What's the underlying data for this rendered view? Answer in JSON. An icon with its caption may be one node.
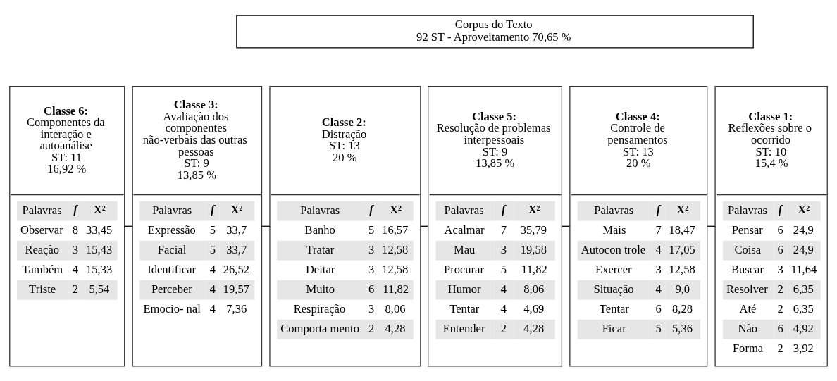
{
  "diagram": {
    "nodes": [
      {
        "text": [
          "Corpus do Texto",
          "92 ST - Aproveitamento 70,65 %"
        ]
      },
      {
        "text": [
          "Classe 6:",
          "Componentes da interação e autoanálise",
          "ST: 11",
          "16,92 %",
          "Palavras",
          "f",
          "X²",
          "Observar",
          "8",
          "33,45",
          "Reação",
          "3",
          "15,43",
          "Também",
          "4",
          "15,33",
          "Triste",
          "2",
          "5,54"
        ]
      },
      {
        "text": [
          "Classe 3:",
          "Avaliação dos componentes não-verbais das outras pessoas",
          "ST: 9",
          "13,85 %",
          "Palavras",
          "f",
          "X²",
          "Expressão",
          "5",
          "33,7",
          "Facial",
          "5",
          "33,7",
          "Identificar",
          "4",
          "26,52",
          "Perceber",
          "4",
          "19,57",
          "Emocio- nal",
          "4",
          "7,36"
        ]
      },
      {
        "text": [
          "Classe 2:",
          "Distração",
          "ST: 13",
          "20 %",
          "Palavras",
          "f",
          "X²",
          "Banho",
          "5",
          "16,57",
          "Tratar",
          "3",
          "12,58",
          "Deitar",
          "3",
          "12,58",
          "Muito",
          "6",
          "11,82",
          "Respiração",
          "3",
          "8,06",
          "Comporta mento",
          "2",
          "4,28"
        ]
      },
      {
        "text": [
          "Classe 5:",
          "Resolução de problemas interpessoais",
          "ST: 9",
          "13,85 %",
          "Palavras",
          "f",
          "X²",
          "Acalmar",
          "7",
          "35,79",
          "Mau",
          "3",
          "19,58",
          "Procurar",
          "5",
          "11,82",
          "Humor",
          "4",
          "8,06",
          "Tentar",
          "4",
          "4,69",
          "Entender",
          "2",
          "4,28"
        ]
      },
      {
        "text": [
          "Classe 4:",
          "Controle de pensamentos",
          "ST: 13",
          "20 %",
          "Palavras",
          "f",
          "X²",
          "Mais",
          "7",
          "18,47",
          "Autocon trole",
          "4",
          "17,05",
          "Exercer",
          "3",
          "12,58",
          "Situação",
          "4",
          "9,0",
          "Tentar",
          "6",
          "8,28",
          "Ficar",
          "5",
          "5,36"
        ]
      },
      {
        "text": [
          "Classe 1:",
          "Reflexões sobre o ocorrido",
          "ST: 10",
          "15,4 %",
          "Palavras",
          "f",
          "X²",
          "Pensar",
          "6",
          "24,9",
          "Coisa",
          "6",
          "24,9",
          "Buscar",
          "3",
          "11,64",
          "Resolver",
          "2",
          "6,35",
          "Até",
          "2",
          "6,35",
          "Não",
          "6",
          "4,92",
          "Forma",
          "2",
          "3,92"
        ]
      }
    ],
    "edges": [
      {
        "from": 1,
        "to": 2,
        "arrow": "none"
      },
      {
        "from": 2,
        "to": 3,
        "arrow": "none"
      },
      {
        "from": 3,
        "to": 4,
        "arrow": "none"
      },
      {
        "from": 4,
        "to": 5,
        "arrow": "none"
      },
      {
        "from": 5,
        "to": 6,
        "arrow": "none"
      }
    ]
  }
}
